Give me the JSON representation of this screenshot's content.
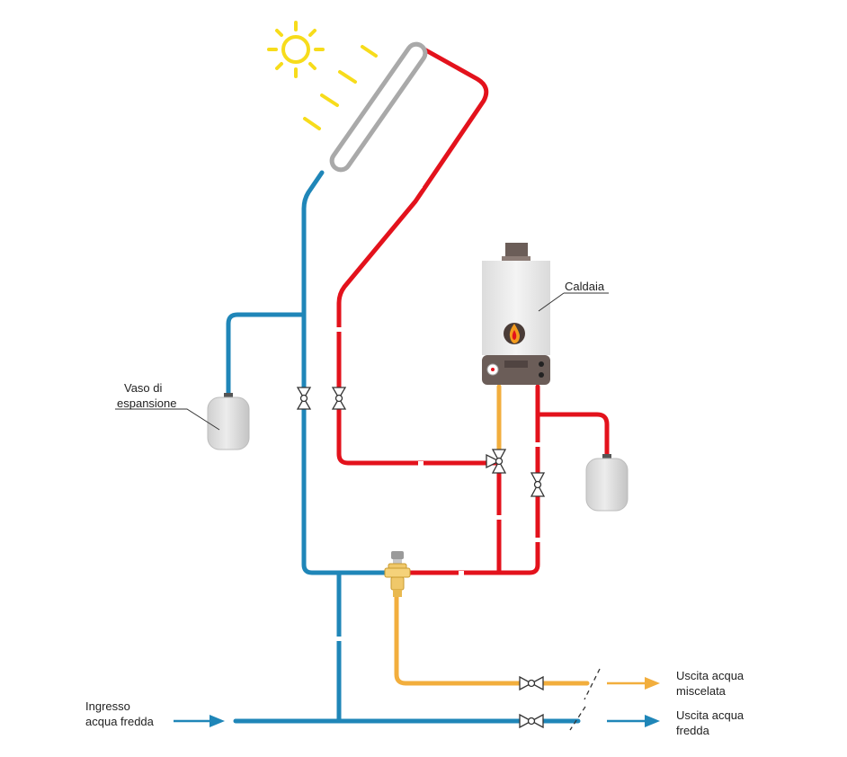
{
  "labels": {
    "caldaia": "Caldaia",
    "vaso_line1": "Vaso di",
    "vaso_line2": "espansione",
    "ingresso_line1": "Ingresso",
    "ingresso_line2": "acqua fredda",
    "uscita_miscelata_line1": "Uscita acqua",
    "uscita_miscelata_line2": "miscelata",
    "uscita_fredda_line1": "Uscita acqua",
    "uscita_fredda_line2": "fredda"
  },
  "colors": {
    "hot_pipe": "#e3121c",
    "cold_pipe": "#1f86b8",
    "mixed_pipe": "#f2ae3d",
    "sun": "#f7dc1b",
    "panel_frame": "#a9a9a9",
    "boiler_body": "#eeeeee",
    "boiler_base": "#6b5d58",
    "tank": "#dddddd"
  },
  "icons": [
    "sun-icon",
    "solar-panel-icon",
    "boiler-icon",
    "flame-icon",
    "valve-icon",
    "mixing-valve-icon",
    "expansion-tank-icon",
    "arrow-icon"
  ]
}
